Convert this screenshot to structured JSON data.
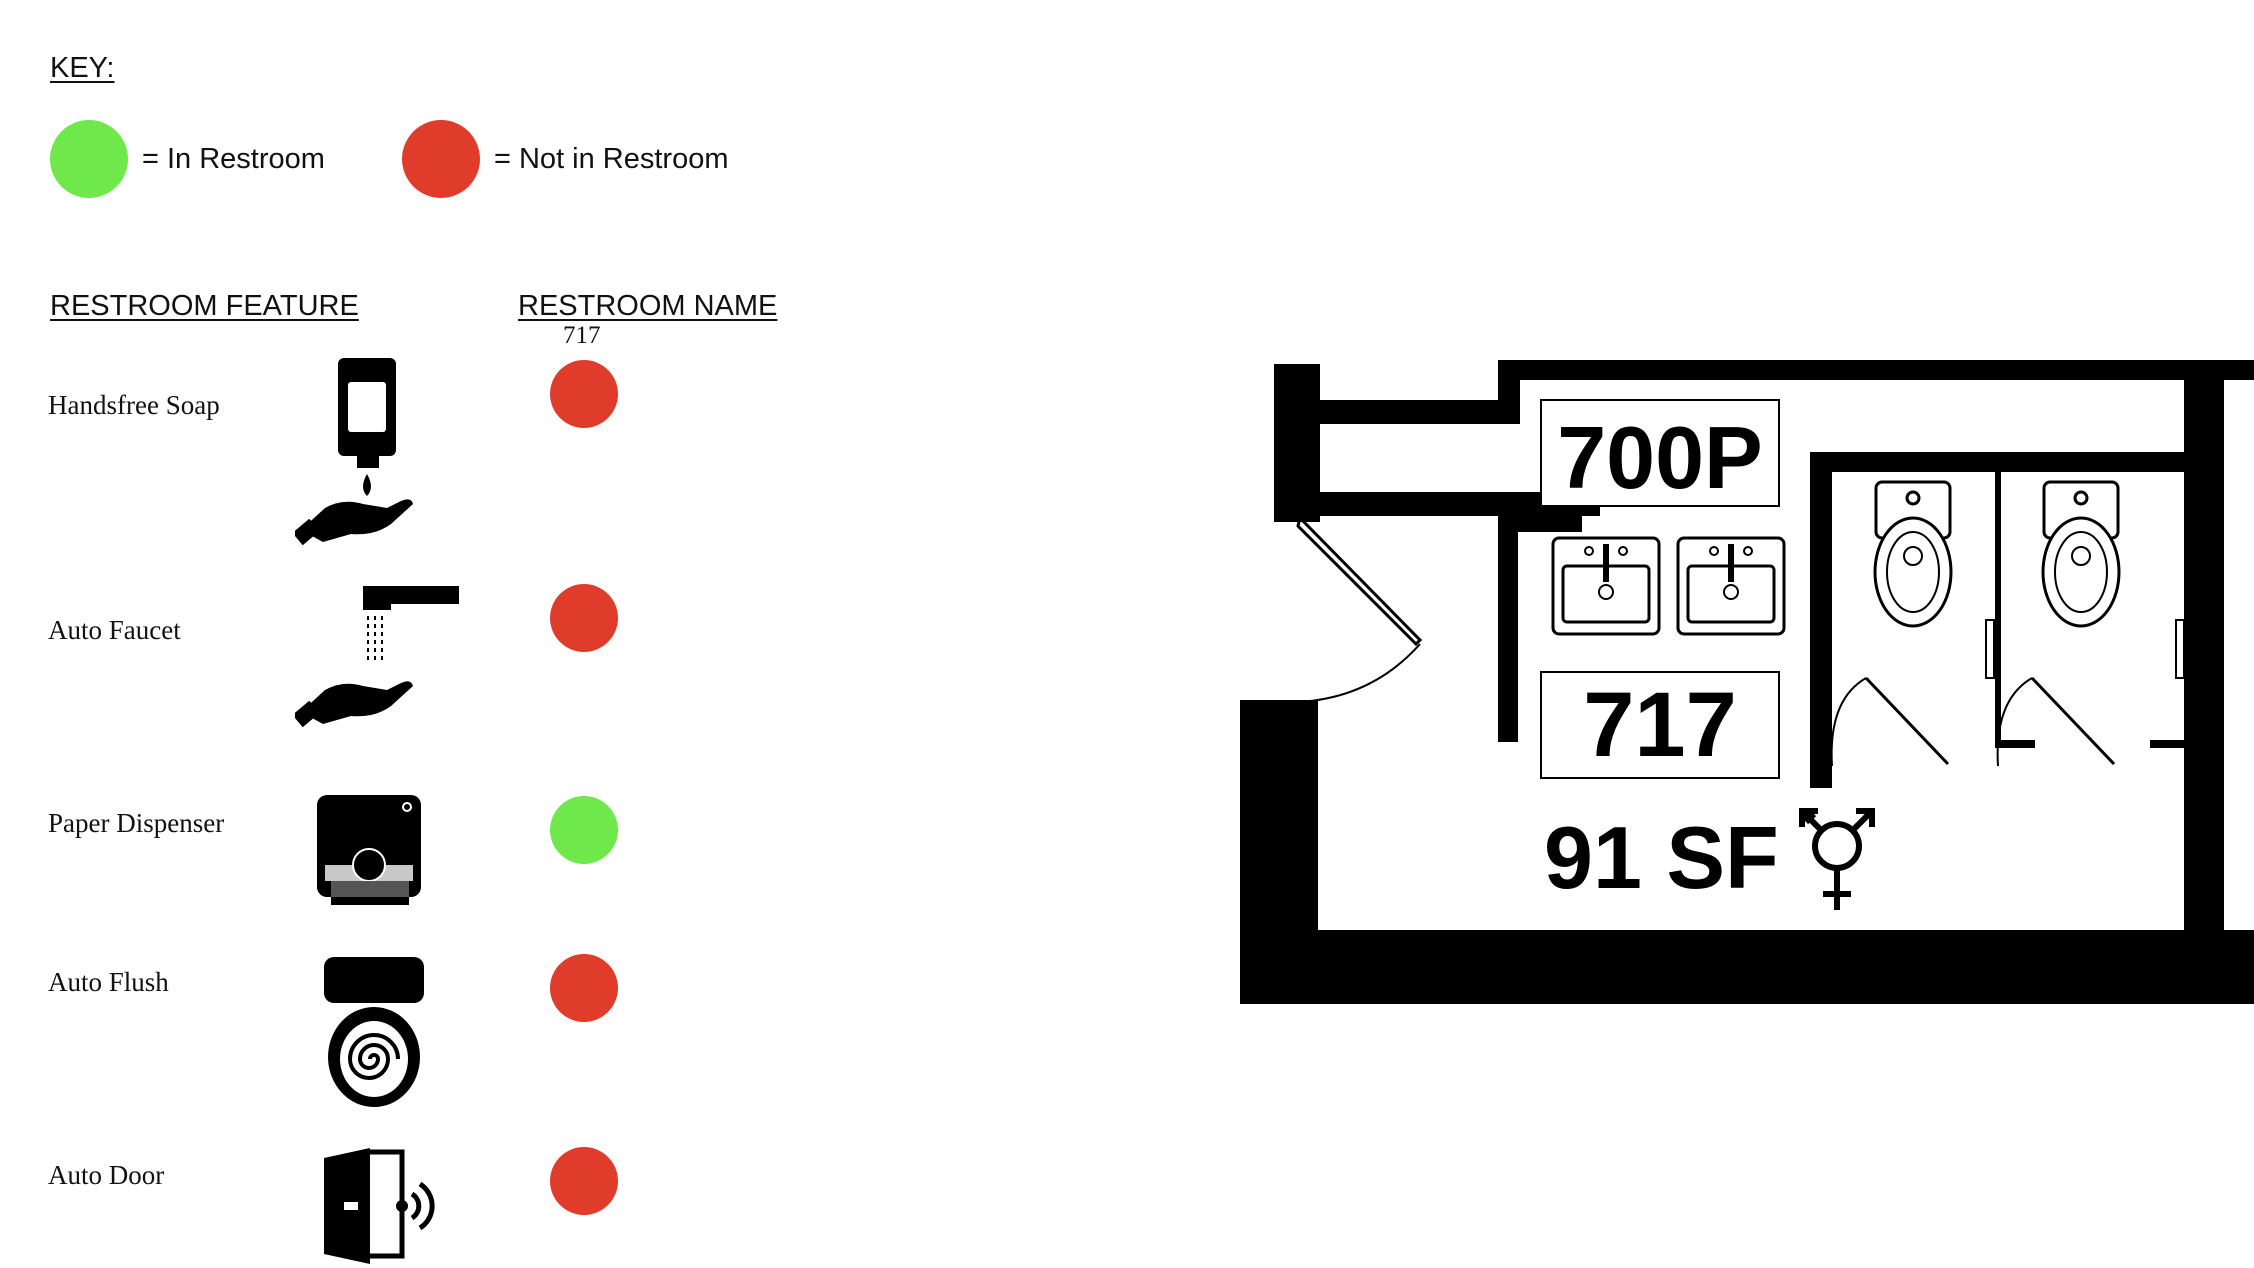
{
  "key": {
    "title": "KEY:",
    "in_label": "= In Restroom",
    "not_in_label": "= Not in Restroom",
    "in_color": "#6ee84a",
    "not_in_color": "#e03c2b"
  },
  "table": {
    "feature_header": "RESTROOM FEATURE",
    "name_header": "RESTROOM NAME",
    "restroom_code": "717",
    "rows": [
      {
        "label": "Handsfree Soap",
        "icon": "handsfree-soap-icon",
        "status": "not_in"
      },
      {
        "label": "Auto Faucet",
        "icon": "auto-faucet-icon",
        "status": "not_in"
      },
      {
        "label": "Paper Dispenser",
        "icon": "paper-dispenser-icon",
        "status": "in"
      },
      {
        "label": "Auto Flush",
        "icon": "auto-flush-icon",
        "status": "not_in"
      },
      {
        "label": "Auto Door",
        "icon": "auto-door-icon",
        "status": "not_in"
      }
    ]
  },
  "floor_plan": {
    "label_700p": "700P",
    "label_717": "717",
    "area": "91 SF"
  }
}
